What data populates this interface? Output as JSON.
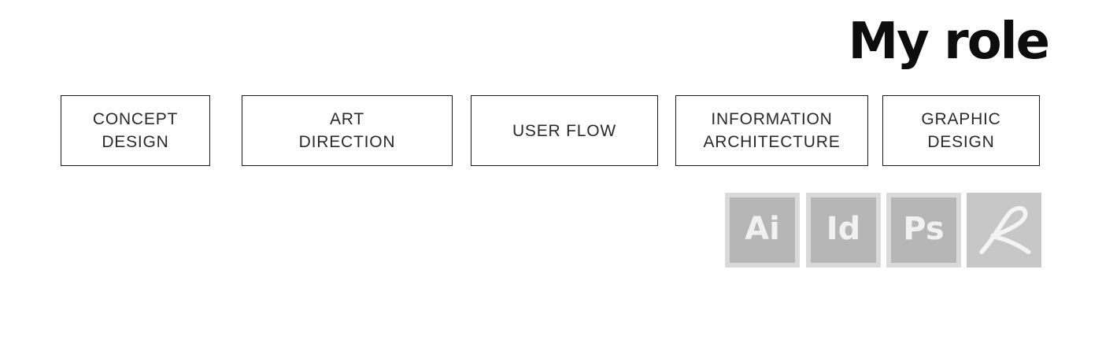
{
  "page": {
    "title": "My role"
  },
  "roles": [
    {
      "line1": "CONCEPT",
      "line2": "DESIGN"
    },
    {
      "line1": "ART",
      "line2": "DIRECTION"
    },
    {
      "line1": "USER FLOW",
      "line2": ""
    },
    {
      "line1": "INFORMATION",
      "line2": "ARCHITECTURE"
    },
    {
      "line1": "GRAPHIC",
      "line2": "DESIGN"
    }
  ],
  "tools": [
    {
      "abbr": "Ai",
      "icon": "adobe-illustrator-icon"
    },
    {
      "abbr": "Id",
      "icon": "adobe-indesign-icon"
    },
    {
      "abbr": "Ps",
      "icon": "adobe-photoshop-icon"
    },
    {
      "abbr": "",
      "icon": "adobe-acrobat-icon"
    }
  ],
  "colors": {
    "title_text": "#0d0d0d",
    "box_border": "#1a1a1a",
    "box_text": "#2a2a2a",
    "tile_fill": "#b6b6b6",
    "tile_frame": "#dadada",
    "tile_glyph": "#f1f1f1"
  }
}
